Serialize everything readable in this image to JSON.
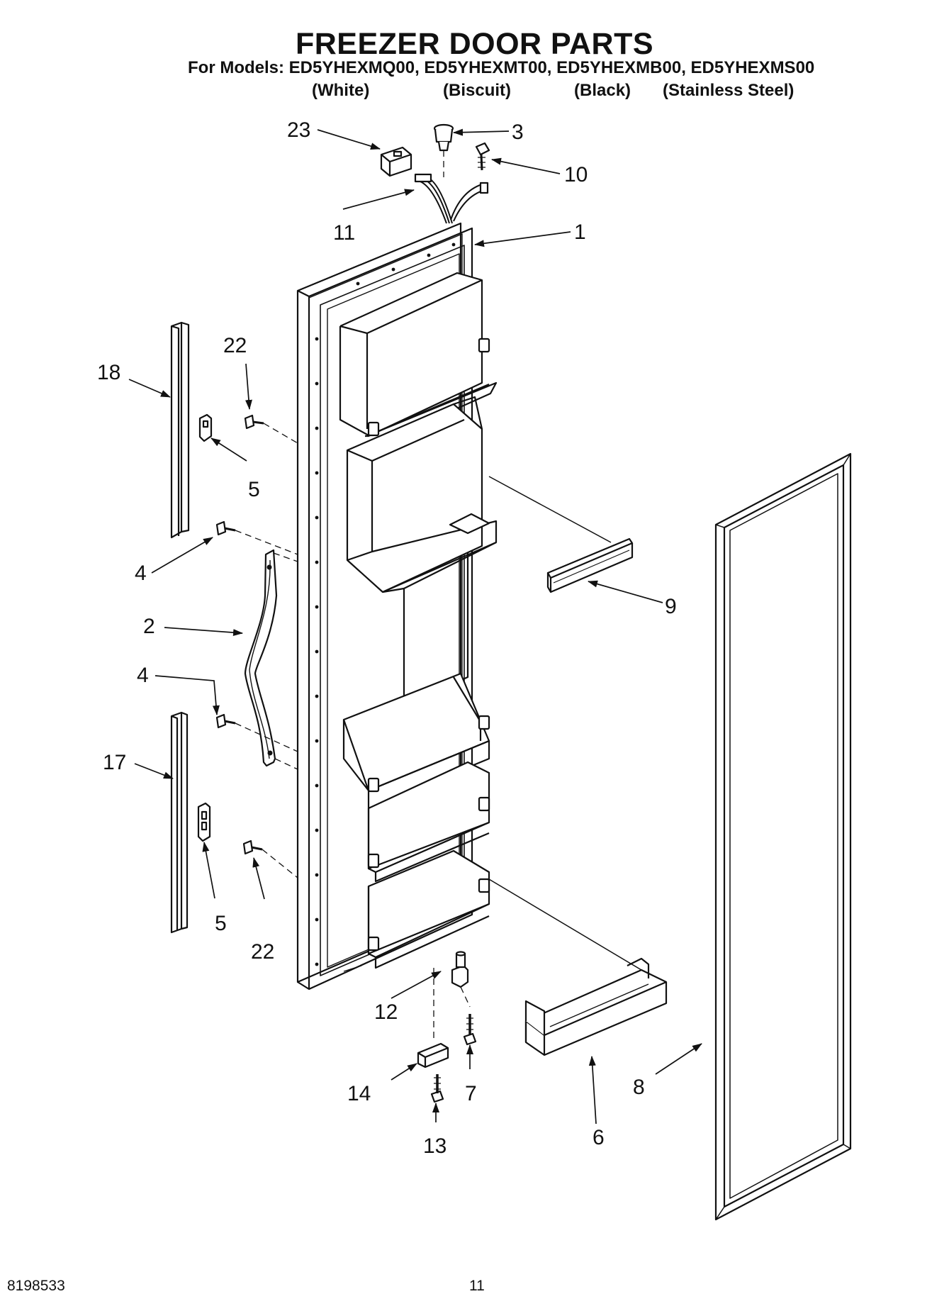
{
  "header": {
    "title": "FREEZER DOOR PARTS",
    "models_line": "For Models: ED5YHEXMQ00, ED5YHEXMT00, ED5YHEXMB00, ED5YHEXMS00",
    "variants": [
      "(White)",
      "(Biscuit)",
      "(Black)",
      "(Stainless Steel)"
    ]
  },
  "callouts": {
    "c1": "1",
    "c2": "2",
    "c3": "3",
    "c4a": "4",
    "c4b": "4",
    "c5a": "5",
    "c5b": "5",
    "c6": "6",
    "c7": "7",
    "c8": "8",
    "c9": "9",
    "c10": "10",
    "c11": "11",
    "c12": "12",
    "c13": "13",
    "c14": "14",
    "c17": "17",
    "c18": "18",
    "c22a": "22",
    "c22b": "22",
    "c23": "23"
  },
  "footer": {
    "doc_number": "8198533",
    "page_number": "11"
  }
}
